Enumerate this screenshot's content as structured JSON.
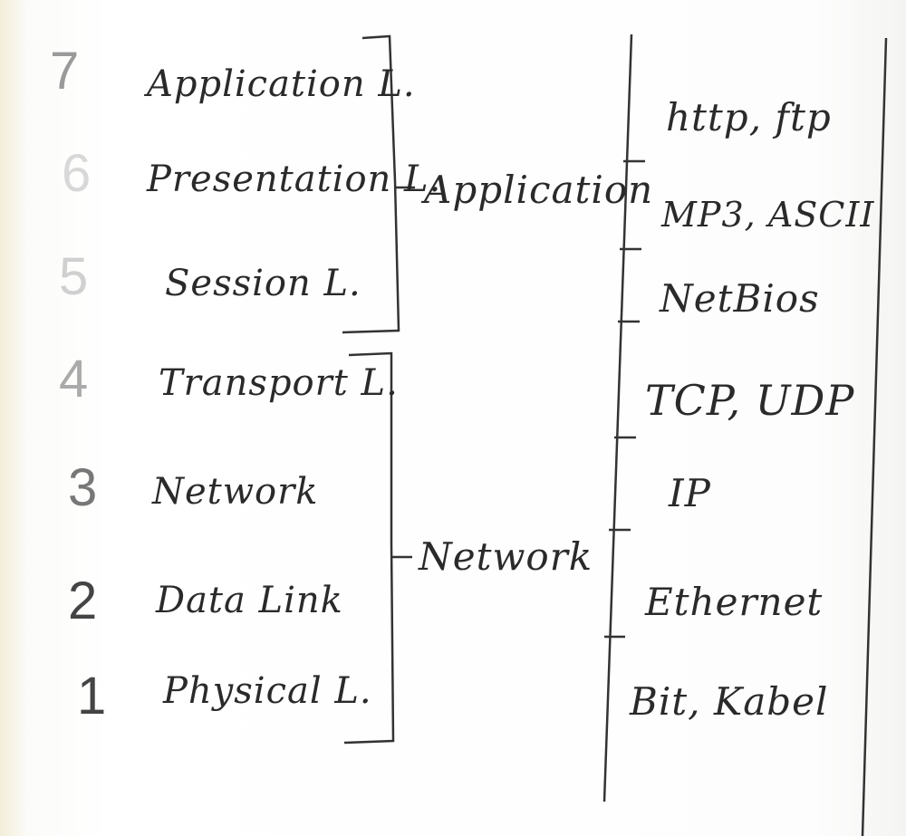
{
  "layers": [
    {
      "number": "7",
      "name": "Application L."
    },
    {
      "number": "6",
      "name": "Presentation L."
    },
    {
      "number": "5",
      "name": "Session L."
    },
    {
      "number": "4",
      "name": "Transport L."
    },
    {
      "number": "3",
      "name": "Network"
    },
    {
      "number": "2",
      "name": "Data Link"
    },
    {
      "number": "1",
      "name": "Physical L."
    }
  ],
  "groups": [
    {
      "name": "Application"
    },
    {
      "name": "Network"
    }
  ],
  "protocols": [
    "http, ftp",
    "MP3, ASCII",
    "NetBios",
    "TCP, UDP",
    "IP",
    "Ethernet",
    "Bit, Kabel"
  ],
  "colors": {
    "ink": "#2a2a2a",
    "faded_ink": "#9a9a9a",
    "board": "#ffffff"
  }
}
